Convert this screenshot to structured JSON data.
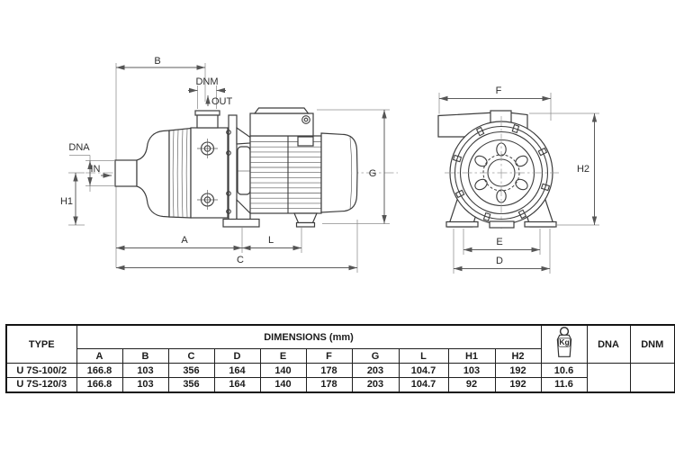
{
  "diagram": {
    "labels": {
      "b": "B",
      "dnm": "DNM",
      "out": "OUT",
      "dna": "DNA",
      "in": "IN",
      "h1": "H1",
      "a": "A",
      "l": "L",
      "c": "C",
      "g": "G",
      "f": "F",
      "h2": "H2",
      "e": "E",
      "d": "D"
    }
  },
  "table": {
    "type_header": "TYPE",
    "dimensions_header": "DIMENSIONS (mm)",
    "columns": [
      "A",
      "B",
      "C",
      "D",
      "E",
      "F",
      "G",
      "L",
      "H1",
      "H2"
    ],
    "kg_label": "Kg",
    "dna_header": "DNA",
    "dnm_header": "DNM",
    "rows": [
      {
        "type": "U 7S-100/2",
        "values": [
          "166.8",
          "103",
          "356",
          "164",
          "140",
          "178",
          "203",
          "104.7",
          "103",
          "192"
        ],
        "kg": "10.6"
      },
      {
        "type": "U 7S-120/3",
        "values": [
          "166.8",
          "103",
          "356",
          "164",
          "140",
          "178",
          "203",
          "104.7",
          "92",
          "192"
        ],
        "kg": "11.6"
      }
    ]
  },
  "colors": {
    "drawing_line": "#3d3d3d",
    "dimension_line": "#5c5c5c",
    "table_border": "#1f1f1f",
    "background": "#ffffff"
  }
}
